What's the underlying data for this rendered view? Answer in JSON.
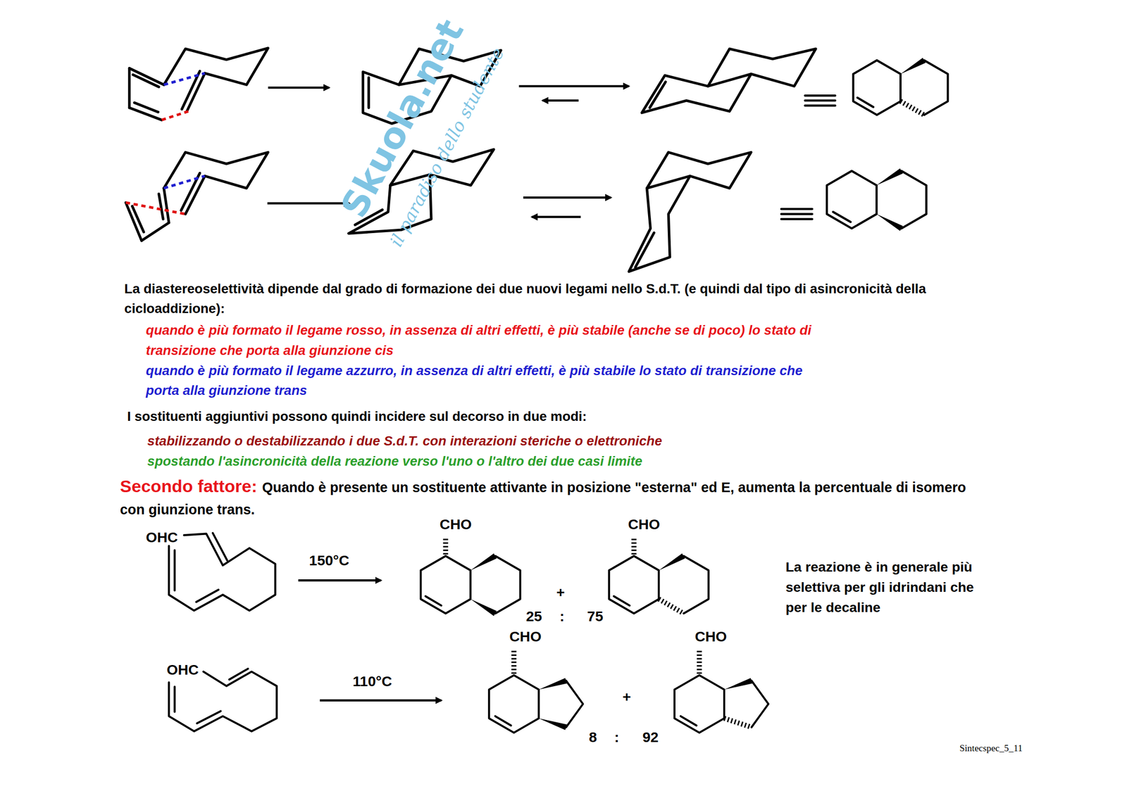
{
  "diagram": {
    "labels": [
      "La diastereoselettività dipende dal grado di formazione dei due nuovi legami nello S.d.T. (e quindi dal tipo di asincronicità della cicloaddizione):",
      "quando è più formato il legame rosso, in assenza di altri effetti, è più stabile (anche se di poco) lo stato di transizione che porta alla giunzione cis",
      "quando è più formato il legame azzurro, in assenza di altri effetti, è più stabile lo stato di transizione che porta alla giunzione trans",
      "I sostituenti aggiuntivi possono quindi incidere sul decorso in due modi:",
      "stabilizzando o destabilizzando i due S.d.T. con interazioni steriche o elettroniche",
      "spostando l'asincronicità della reazione verso l'uno o l'altro dei due casi limite",
      "Secondo fattore:",
      "Quando è presente un sostituente attivante in posizione \"esterna\" ed E, aumenta la percentuale di isomero con giunzione trans.",
      "OHC",
      "150°C",
      "CHO",
      "+",
      "CHO",
      "25",
      ":",
      "75",
      "La reazione è in generale più selettiva per gli idrindani che per le decaline",
      "CHO",
      "CHO",
      "OHC",
      "110°C",
      "+",
      "8",
      ":",
      "92",
      "Sintecspec_5_11",
      "Skuola.net",
      "il paradiso dello studente"
    ]
  }
}
